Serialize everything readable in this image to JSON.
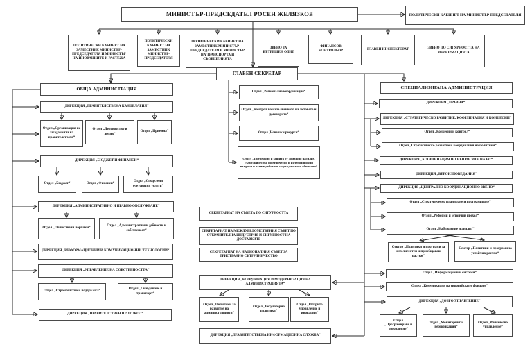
{
  "page": {
    "background": "#ffffff",
    "line_color": "#2b2b2b",
    "box_border_color": "#4a4a4a"
  },
  "top": {
    "pm": "МИНИСТЪР-ПРЕДСЕДАТЕЛ РОСЕН ЖЕЛЯЗКОВ",
    "pm_cabinet": "ПОЛИТИЧЕСКИ КАБИНЕТ НА МИНИСТЪР-ПРЕДСЕДАТЕЛЯ"
  },
  "row2": [
    "ПОЛИТИЧЕСКИ КАБИНЕТ НА ЗАМЕСТНИК МИНИСТЪР-ПРЕДСЕДАТЕЛЯ И МИНИСТЪР НА ИНОВАЦИИТЕ И РАСТЕЖА",
    "ПОЛИТИЧЕСКИ КАБИНЕТ НА ЗАМЕСТНИК МИНИСТЪР-ПРЕДСЕДАТЕЛЯ",
    "ПОЛИТИЧЕСКИ КАБИНЕТ НА ЗАМЕСТНИК МИНИСТЪР-ПРЕДСЕДАТЕЛЯ И МИНИСТЪР НА ТРАНСПОРТА И СЪОБЩЕНИЯТА",
    "ЗВЕНО ЗА ВЪТРЕШЕН ОДИТ",
    "ФИНАНСОВ КОНТРОЛЬОР",
    "ГЛАВЕН ИНСПЕКТОРАТ",
    "ЗВЕНО ПО СИГУРНОСТТА НА ИНФОРМАЦИЯТА"
  ],
  "gs": "ГЛАВЕН СЕКРЕТАР",
  "left": {
    "header": "ОБЩА АДМИНИСТРАЦИЯ",
    "dir_chancellery": "ДИРЕКЦИЯ „ПРАВИТЕЛСТВЕНА КАНЦЕЛАРИЯ“",
    "dep_org_meetings": "Отдел „Организация на заседанията на правителството“",
    "dep_records": "Отдел „Деловодство и архив“",
    "dep_reception": "Отдел „Приемна“",
    "dir_budget": "ДИРЕКЦИЯ „БЮДЖЕТ И ФИНАНСИ“",
    "dep_budget": "Отдел „Бюджет“",
    "dep_finance": "Отдел „Финанси“",
    "dep_shared_services": "Отдел „Споделени счетоводни услуги“",
    "dir_admin_legal": "ДИРЕКЦИЯ „АДМИНИСТРАТИВНО И ПРАВНО ОБСЛУЖВАНЕ“",
    "dep_procurement": "Отдел „Обществени поръчки“",
    "dep_admin_property": "Отдел „Административни дейности и собственост“",
    "dir_ict": "ДИРЕКЦИЯ „ИНФОРМАЦИОННИ И КОМУНИКАЦИОННИ ТЕХНОЛОГИИ“",
    "dir_property": "ДИРЕКЦИЯ „УПРАВЛЕНИЕ НА СОБСТВЕНОСТТА“",
    "dep_construction": "Отдел „Строителство и поддръжка“",
    "dep_supply": "Отдел „Снабдяване и транспорт“",
    "dir_protocol": "ДИРЕКЦИЯ „ПРАВИТЕЛСТВЕН ПРОТОКОЛ“"
  },
  "middle": {
    "units": [
      "Отдел „Регионална координация“",
      "Отдел „Контрол по изпълнението на актовете и договорите“",
      "Отдел „Човешки ресурси“",
      "Отдел „Превенция и защита от домашно насилие, сътрудничество по етнически и интеграционни въпроси и взаимодействие с гражданското общество“"
    ],
    "secretariats": [
      "СЕКРЕТАРИАТ НА СЪВЕТА ПО СИГУРНОСТТА",
      "СЕКРЕТАРИАТ НА МЕЖДУВЕДОМСТВЕНИЯ СЪВЕТ ПО ОТБРАНИТЕЛНА ИНДУСТРИЯ И СИГУРНОСТ НА ДОСТАВКИТЕ",
      "СЕКРЕТАРИАТ НА НАЦИОНАЛНИЯ СЪВЕТ ЗА ТРИСТРАННО СЪТРУДНИЧЕСТВО"
    ],
    "dir_modern": "ДИРЕКЦИЯ „КООРДИНАЦИЯ И МОДЕРНИЗАЦИЯ НА АДМИНИСТРАЦИЯТА“",
    "modern_units": [
      "Отдел „Политики за развитие на администрацията“",
      "Отдел „Регулаторна политика“",
      "Отдел „Открито управление и иновации“"
    ],
    "dir_info": "ДИРЕКЦИЯ „ПРАВИТЕЛСТВЕНА ИНФОРМАЦИОННА СЛУЖБА“"
  },
  "right": {
    "header": "СПЕЦИАЛИЗИРАНА АДМИНИСТРАЦИЯ",
    "dir_legal": "ДИРЕКЦИЯ „ПРАВНА“",
    "dir_strategic": "ДИРЕКЦИЯ „СТРАТЕГИЧЕСКО РАЗВИТИЕ, КООРДИНАЦИЯ И КОНЦЕСИИ“",
    "dep_concessions": "Отдел „Концесии и контрол“",
    "dep_strat_coord": "Отдел „Стратегическо развитие и координация на политики“",
    "dir_eu": "ДИРЕКЦИЯ „КООРДИНАЦИЯ ПО ВЪПРОСИТЕ НА ЕС“",
    "dir_religions": "ДИРЕКЦИЯ „ВЕРОИЗПОВЕДАНИЯ“",
    "dir_ccu": "ДИРЕКЦИЯ „ЦЕНТРАЛНО КООРДИНАЦИОННО ЗВЕНО“",
    "dep_planning": "Отдел „Стратегическо планиране и програмиране“",
    "dep_reforms": "Отдел „Реформи и устойчив преход“",
    "dep_monitoring": "Отдел „Наблюдение и анализ“",
    "sector_smart": "Сектор „Политики и програми за интелигентен и приобщаващ растеж“",
    "sector_sustainable": "Сектор „Политики и програми за устойчив растеж“",
    "dep_infosys": "Отдел „Информационни системи“",
    "dep_eu_comm": "Отдел „Комуникация на европейските фондове“",
    "dir_good_gov": "ДИРЕКЦИЯ „ДОБРО УПРАВЛЕНИЕ“",
    "dep_programming": "Отдел „Програмиране и договаряне“",
    "dep_verify": "Отдел „Мониторинг и верификация“",
    "dep_fin_mgmt": "Отдел „Финансово управление“"
  }
}
